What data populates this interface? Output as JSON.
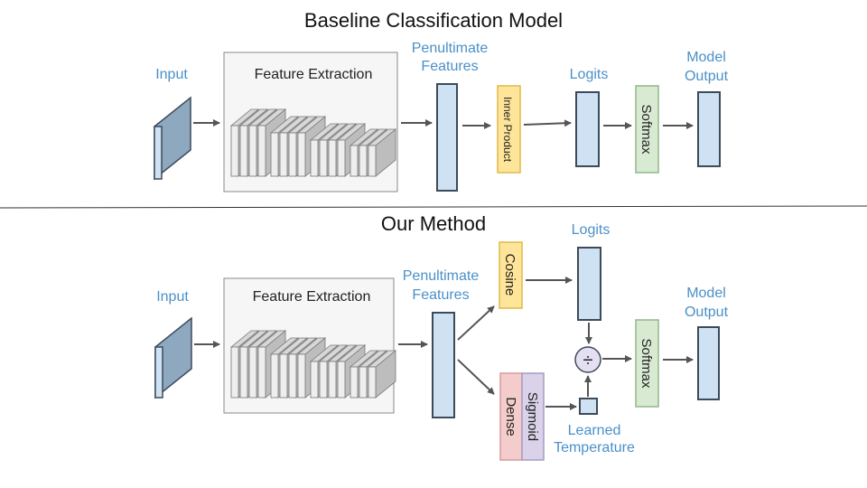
{
  "baseline": {
    "title": "Baseline Classification Model",
    "input_label": "Input",
    "feature_extraction_label": "Feature Extraction",
    "penultimate_label_line1": "Penultimate",
    "penultimate_label_line2": "Features",
    "inner_product_label": "Inner Product",
    "logits_label": "Logits",
    "softmax_label": "Softmax",
    "model_output_label_line1": "Model",
    "model_output_label_line2": "Output"
  },
  "ours": {
    "title": "Our Method",
    "input_label": "Input",
    "feature_extraction_label": "Feature Extraction",
    "penultimate_label_line1": "Penultimate",
    "penultimate_label_line2": "Features",
    "cosine_label": "Cosine",
    "dense_label": "Dense",
    "sigmoid_label": "Sigmoid",
    "logits_label": "Logits",
    "divide_symbol": "÷",
    "learned_temp_line1": "Learned",
    "learned_temp_line2": "Temperature",
    "softmax_label": "Softmax",
    "model_output_label_line1": "Model",
    "model_output_label_line2": "Output"
  },
  "colors": {
    "blue_fill": "#cfe2f3",
    "blue_stroke": "#3c4a5a",
    "label_blue": "#4a90c8",
    "yellow_fill": "#ffe599",
    "yellow_stroke": "#e0b94a",
    "green_fill": "#d9ead3",
    "green_stroke": "#8fb88a",
    "pink_fill": "#f4cccc",
    "pink_stroke": "#d99a9a",
    "purple_fill": "#d9d2e9",
    "purple_stroke": "#a79bc4",
    "arrow": "#555555"
  }
}
